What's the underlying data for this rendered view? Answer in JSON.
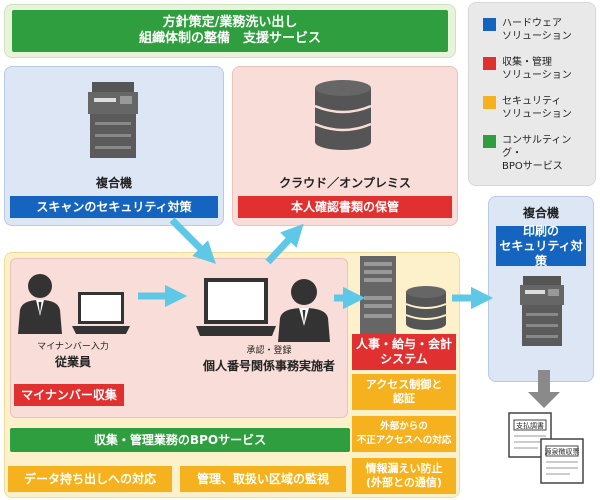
{
  "top_banner": {
    "line1": "方針策定/業務洗い出し",
    "line2": "組織体制の整備　支援サービス"
  },
  "legend": [
    {
      "label": "ハードウェア\nソリューション",
      "color": "#1565c0"
    },
    {
      "label": "収集・管理\nソリューション",
      "color": "#e03030"
    },
    {
      "label": "セキュリティ\nソリューション",
      "color": "#f5b21e"
    },
    {
      "label": "コンサルティング・\nBPOサービス",
      "color": "#2e9e3e"
    }
  ],
  "scan_box": {
    "device_label": "複合機",
    "bar_label": "スキャンのセキュリティ対策"
  },
  "cloud_box": {
    "device_label": "クラウド／オンプレミス",
    "bar_label": "本人確認書類の保管"
  },
  "print_box": {
    "device_label": "複合機",
    "bar_label": "印刷の\nセキュリティ対策"
  },
  "employee": {
    "caption": "マイナンバー入力",
    "label": "従業員",
    "bar_label": "マイナンバー収集"
  },
  "staff": {
    "caption": "承認・登録",
    "label": "個人番号関係事務実施者"
  },
  "system_bar": "人事・給与・会計\nシステム",
  "security_items": [
    "アクセス制御と\n認証",
    "外部からの\n不正アクセスへの対応",
    "情報漏えい防止\n(外部との通信)"
  ],
  "bpo_bar": "収集・管理業務のBPOサービス",
  "bottom_items": [
    "データ持ち出しへの対応",
    "管理、取扱い区域の監視"
  ],
  "documents": [
    "支払調書",
    "源泉徴収票"
  ]
}
